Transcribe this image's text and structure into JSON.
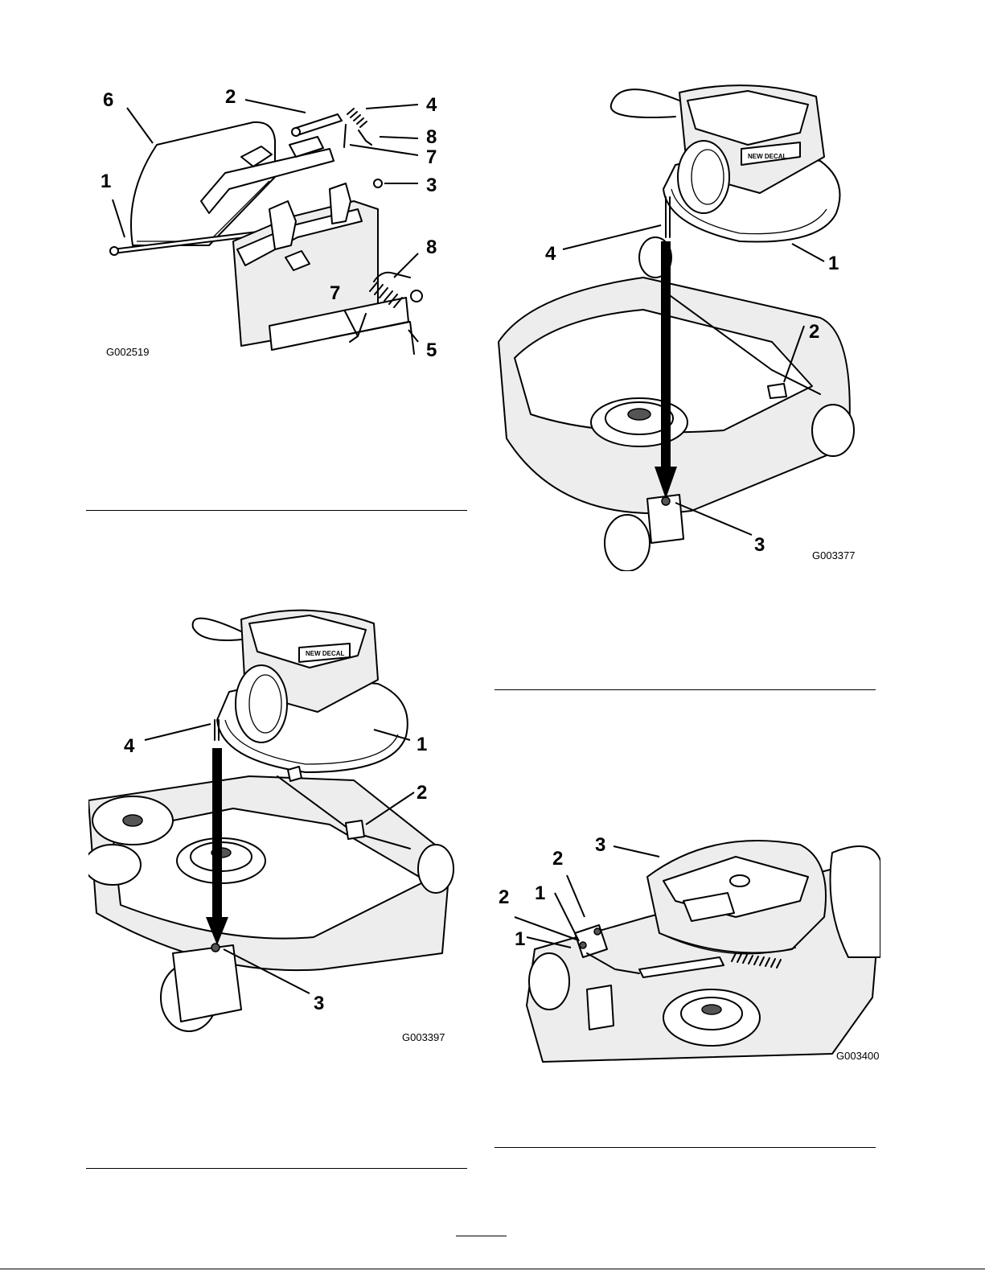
{
  "figures": [
    {
      "id": "G002519",
      "code": "G002519",
      "callouts": [
        "6",
        "2",
        "4",
        "8",
        "7",
        "1",
        "3",
        "8",
        "7",
        "5"
      ]
    },
    {
      "id": "G003377",
      "code": "G003377",
      "callouts": [
        "4",
        "1",
        "2",
        "3"
      ]
    },
    {
      "id": "G003397",
      "code": "G003397",
      "callouts": [
        "4",
        "1",
        "2",
        "3"
      ]
    },
    {
      "id": "G003400",
      "code": "G003400",
      "callouts": [
        "3",
        "2",
        "1",
        "2",
        "1"
      ]
    }
  ],
  "decal_text": "NEW DECAL"
}
